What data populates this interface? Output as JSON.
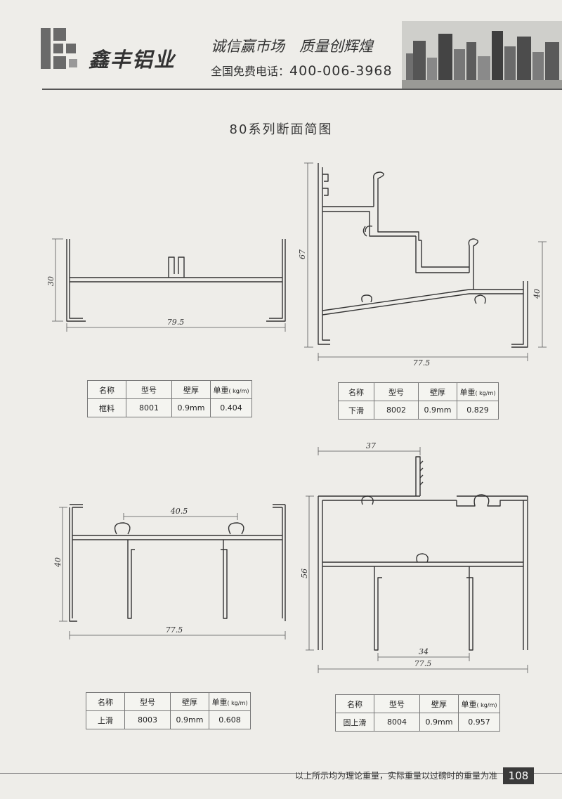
{
  "header": {
    "brand": "鑫丰铝业",
    "slogan": "诚信赢市场　质量创辉煌",
    "hotline_label": "全国免费电话：",
    "hotline_number": "400-006-3968"
  },
  "page_title": "80系列断面简图",
  "table_headers": {
    "name": "名称",
    "model": "型号",
    "thickness": "壁厚",
    "weight": "单重",
    "weight_unit": "( kg/m)"
  },
  "profiles": [
    {
      "name": "框料",
      "model": "8001",
      "thickness": "0.9mm",
      "weight": "0.404",
      "dimensions": {
        "height": "30",
        "width": "79.5"
      }
    },
    {
      "name": "下滑",
      "model": "8002",
      "thickness": "0.9mm",
      "weight": "0.829",
      "dimensions": {
        "height": "67",
        "right_height": "40",
        "width": "77.5"
      }
    },
    {
      "name": "上滑",
      "model": "8003",
      "thickness": "0.9mm",
      "weight": "0.608",
      "dimensions": {
        "height": "40",
        "track_spacing": "40.5",
        "width": "77.5"
      }
    },
    {
      "name": "固上滑",
      "model": "8004",
      "thickness": "0.9mm",
      "weight": "0.957",
      "dimensions": {
        "height": "56",
        "top_offset": "37",
        "track_spacing": "34",
        "width": "77.5"
      }
    }
  ],
  "footer": {
    "note": "以上所示均为理论重量，实际重量以过磅时的重量为准",
    "page_number": "108"
  }
}
